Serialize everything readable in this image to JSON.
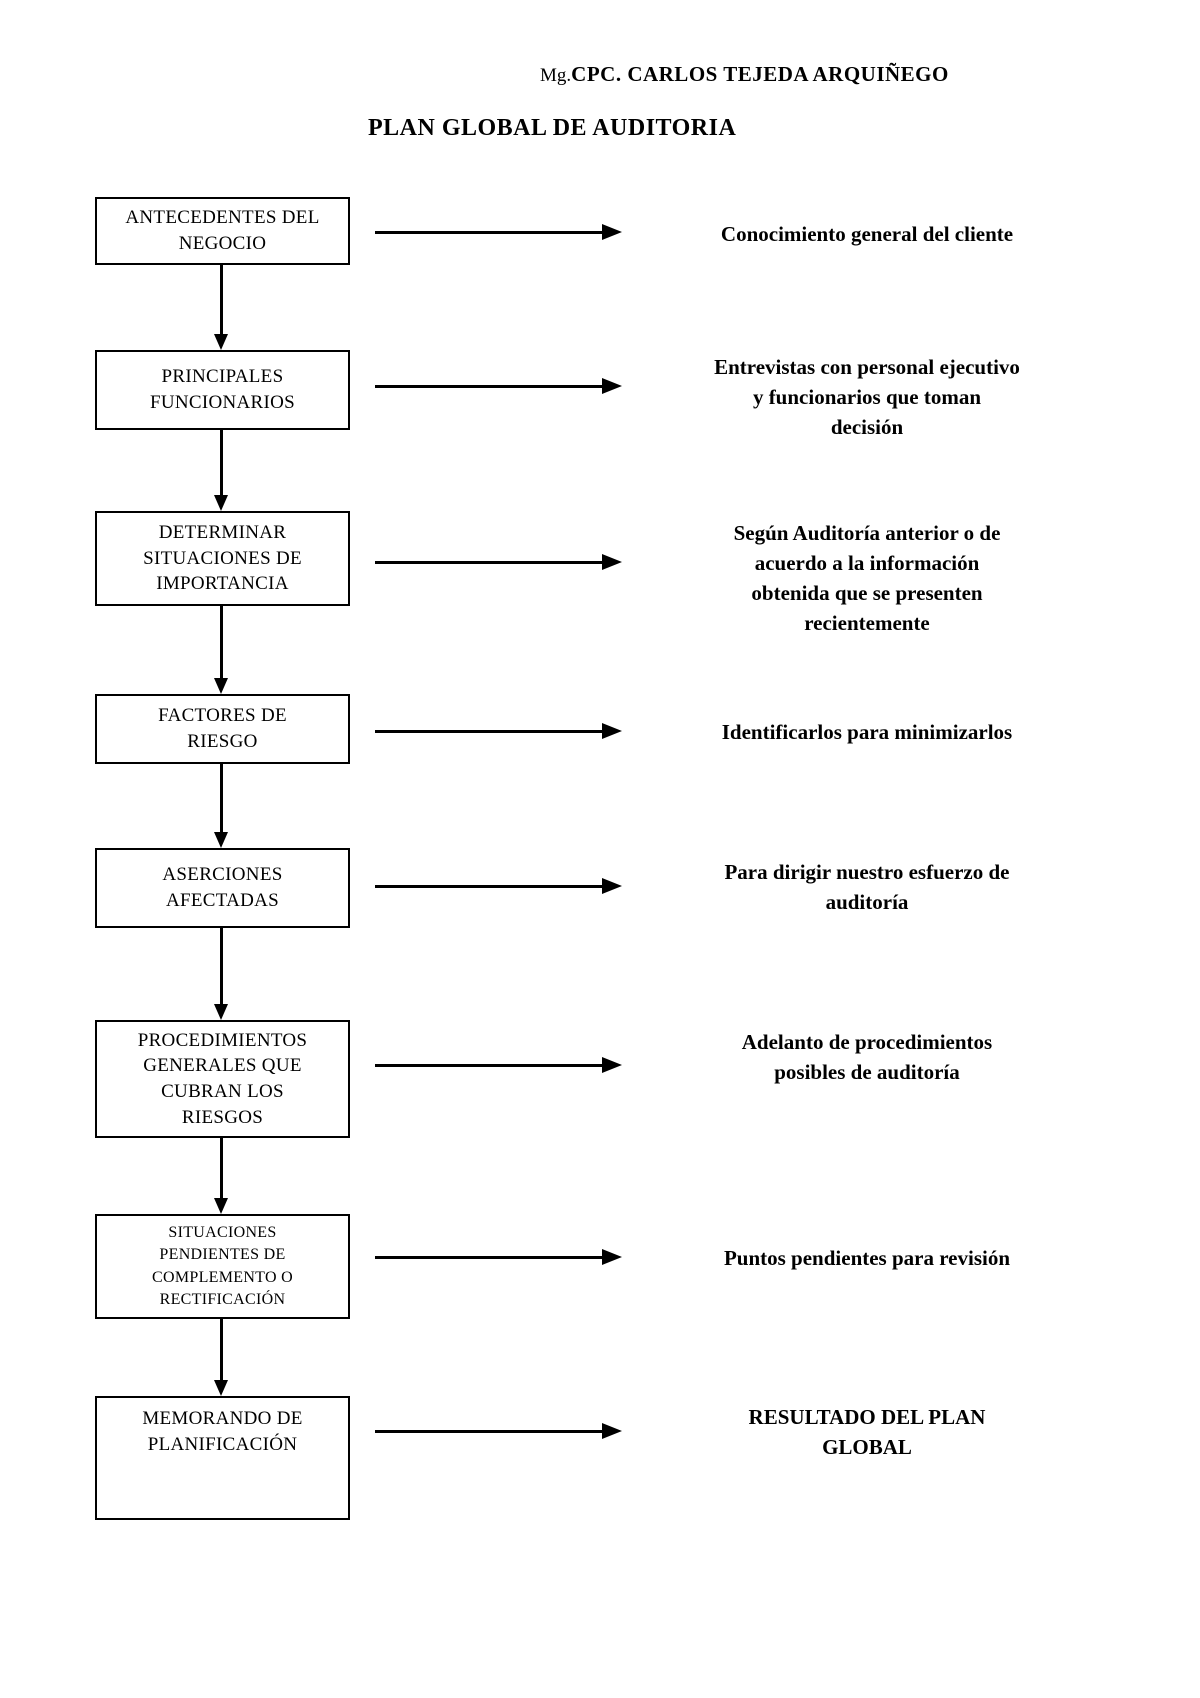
{
  "header": {
    "credit_prefix": "Mg.",
    "credit_name": "CPC. CARLOS TEJEDA ARQUIÑEGO",
    "title": "PLAN GLOBAL DE AUDITORIA"
  },
  "diagram": {
    "rows": [
      {
        "box": "ANTECEDENTES DEL\nNEGOCIO",
        "description": "Conocimiento general del cliente"
      },
      {
        "box": "PRINCIPALES\nFUNCIONARIOS",
        "description": "Entrevistas con personal ejecutivo\ny funcionarios  que toman\ndecisión"
      },
      {
        "box": "DETERMINAR\nSITUACIONES DE\nIMPORTANCIA",
        "description": "Según Auditoría anterior o de\nacuerdo a la información\nobtenida que se presenten\nrecientemente"
      },
      {
        "box": "FACTORES DE\nRIESGO",
        "description": "Identificarlos para  minimizarlos"
      },
      {
        "box": "ASERCIONES\nAFECTADAS",
        "description": "Para dirigir nuestro esfuerzo de\nauditoría"
      },
      {
        "box": "PROCEDIMIENTOS\nGENERALES QUE\nCUBRAN LOS\nRIESGOS",
        "description": "Adelanto de procedimientos\nposibles de auditoría"
      },
      {
        "box": "SITUACIONES\nPENDIENTES DE\nCOMPLEMENTO O\nRECTIFICACIÓN",
        "description": "Puntos pendientes para revisión"
      },
      {
        "box": "MEMORANDO DE\nPLANIFICACIÓN",
        "description": "RESULTADO DEL PLAN\nGLOBAL"
      }
    ]
  }
}
